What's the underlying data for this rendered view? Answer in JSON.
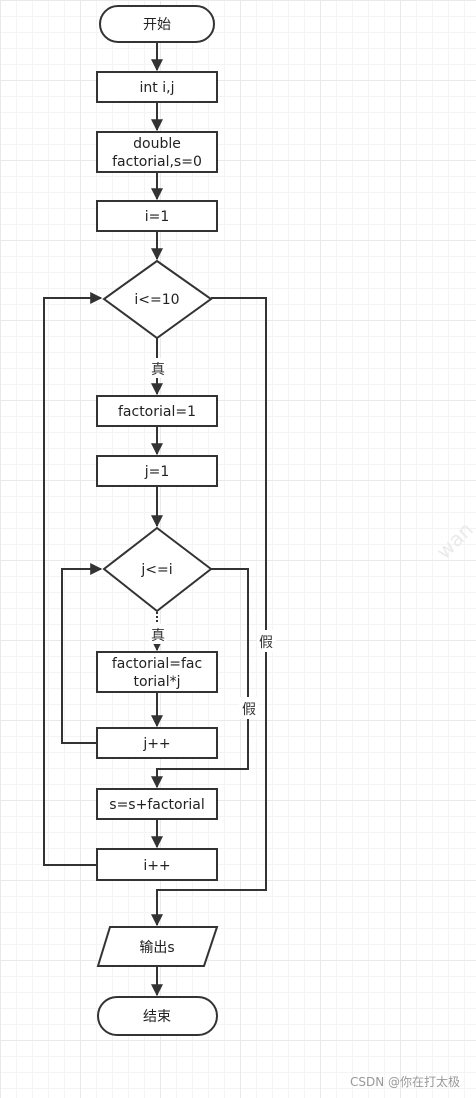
{
  "nodes": {
    "start": "开始",
    "decl_int": "int i,j",
    "decl_double_1": "double",
    "decl_double_2": "factorial,s=0",
    "init_i": "i=1",
    "cond_outer": "i<=10",
    "factorial_reset": "factorial=1",
    "init_j": "j=1",
    "cond_inner": "j<=i",
    "mult_1": "factorial=fac",
    "mult_2": "torial*j",
    "inc_j": "j++",
    "accumulate": "s=s+factorial",
    "inc_i": "i++",
    "output": "输出s",
    "end": "结束"
  },
  "edge_labels": {
    "outer_true": "真",
    "outer_false": "假",
    "inner_true": "真",
    "inner_false": "假"
  },
  "watermark": "wan",
  "credit": "CSDN @你在打太极"
}
